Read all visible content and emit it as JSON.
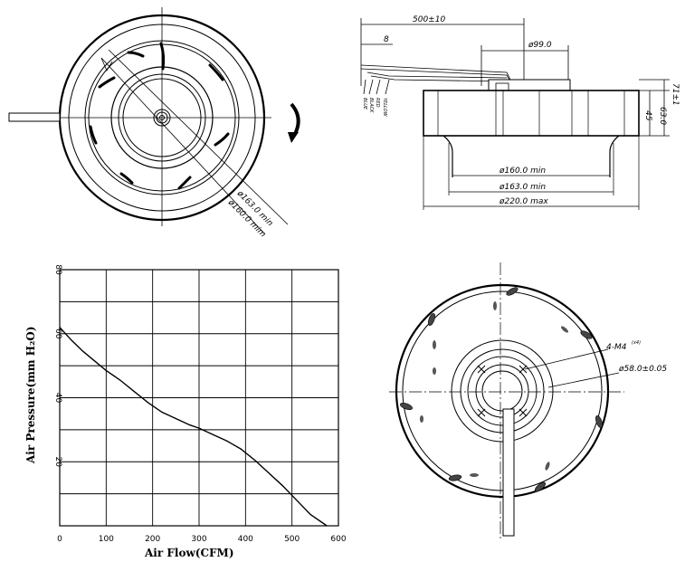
{
  "top_view": {
    "dia_163": "ø163.0 min",
    "dia_160": "ø160.0 mim"
  },
  "side_view": {
    "cable_length": "500±10",
    "strip_length": "8",
    "hub_dia": "ø99.0",
    "wire_labels": [
      "BLUE",
      "BLACK",
      "RED",
      "YELLOW"
    ],
    "height_total": "71±1",
    "height_body": "63.0",
    "height_wheel": "45",
    "dia_160": "ø160.0 min",
    "dia_163": "ø163.0 min",
    "dia_220": "ø220.0 max"
  },
  "bottom_view": {
    "screw_label": "4-M4",
    "screw_note": "(x4)",
    "pcd_label": "ø58.0±0.05"
  },
  "chart_data": {
    "type": "line",
    "title": "",
    "xlabel": "Air Flow(CFM)",
    "ylabel": "Air Pressure(mm H₂O)",
    "xlim": [
      0,
      600
    ],
    "ylim": [
      0,
      80
    ],
    "x_ticks": [
      0,
      100,
      200,
      300,
      400,
      500,
      600
    ],
    "y_ticks": [
      20,
      40,
      60,
      80
    ],
    "grid": true,
    "x": [
      0,
      25,
      50,
      75,
      100,
      130,
      160,
      190,
      220,
      250,
      280,
      300,
      330,
      360,
      390,
      420,
      450,
      480,
      510,
      540,
      575
    ],
    "y": [
      62,
      58,
      54.5,
      51.5,
      48.5,
      45.5,
      42,
      38.5,
      35.5,
      33.5,
      31.5,
      30.5,
      28.5,
      26.5,
      24,
      20.5,
      16.5,
      12.5,
      8,
      3.5,
      0
    ]
  }
}
